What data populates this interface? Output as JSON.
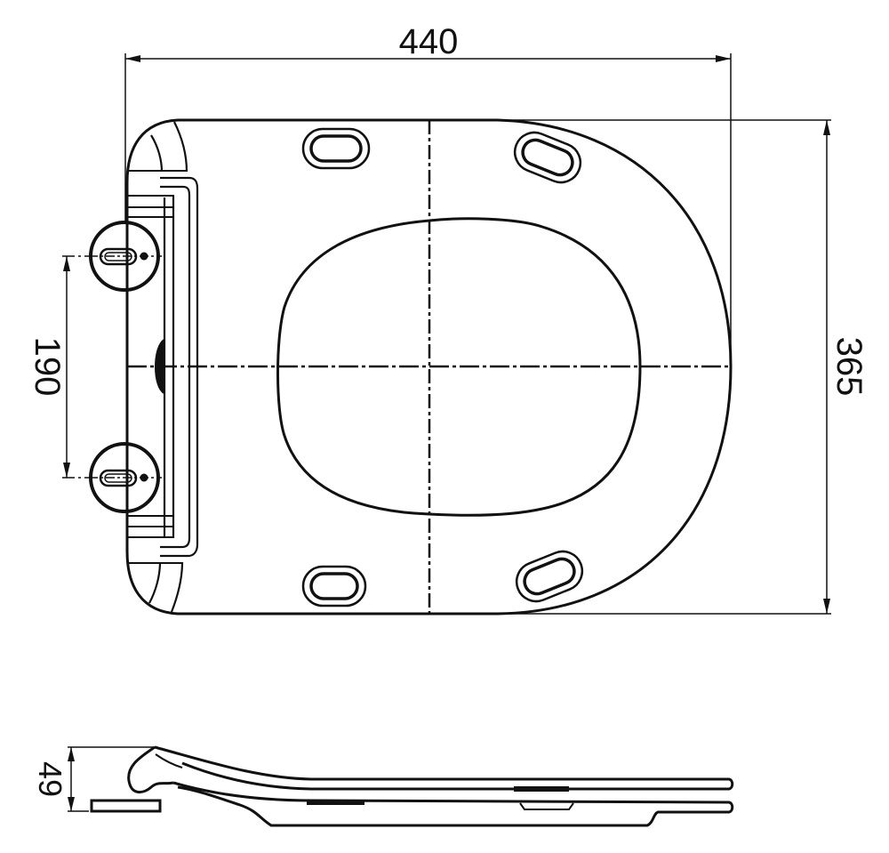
{
  "drawing": {
    "subject": "Toilet seat technical drawing",
    "line_color": "#111111",
    "background": "#ffffff",
    "views": {
      "top_view": {
        "dimensions": {
          "overall_length": {
            "value": "440",
            "orientation": "horizontal"
          },
          "overall_width": {
            "value": "365",
            "orientation": "vertical"
          },
          "hinge_spacing": {
            "value": "190",
            "orientation": "vertical"
          }
        },
        "features": [
          "seat-outline",
          "inner-opening",
          "centerlines",
          "bumper-pads-4",
          "hinge-fittings-2",
          "hinge-bar"
        ]
      },
      "side_view": {
        "dimensions": {
          "height": {
            "value": "49",
            "orientation": "vertical"
          }
        },
        "features": [
          "lid-profile",
          "seat-ring-profile",
          "hinge-base-plate"
        ]
      }
    }
  }
}
